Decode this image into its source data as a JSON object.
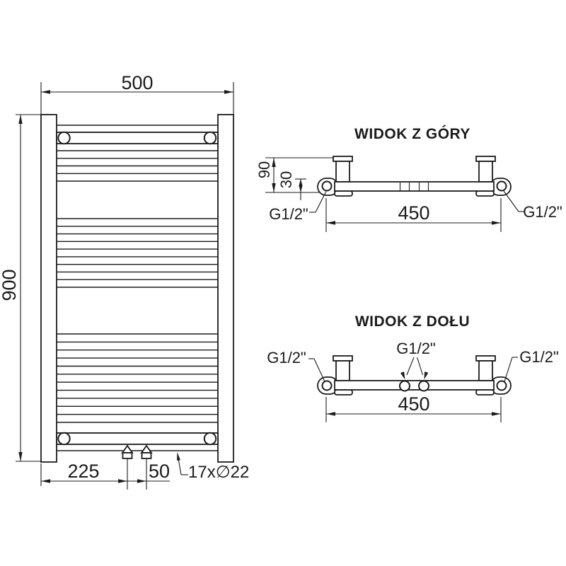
{
  "drawing": {
    "front": {
      "width": "500",
      "height": "900",
      "bottom_offset": "225",
      "valve_spacing": "50",
      "tube_spec": "17x∅22"
    },
    "top_view": {
      "title": "WIDOK Z GÓRY",
      "depth": "90",
      "tube_offset": "30",
      "connection_spacing": "450",
      "connection_left": "G1/2\"",
      "connection_right": "G1/2\""
    },
    "bottom_view": {
      "title": "WIDOK Z DOŁU",
      "connection_spacing": "450",
      "connection_left": "G1/2\"",
      "connection_center": "G1/2\"",
      "connection_right": "G1/2\""
    }
  }
}
